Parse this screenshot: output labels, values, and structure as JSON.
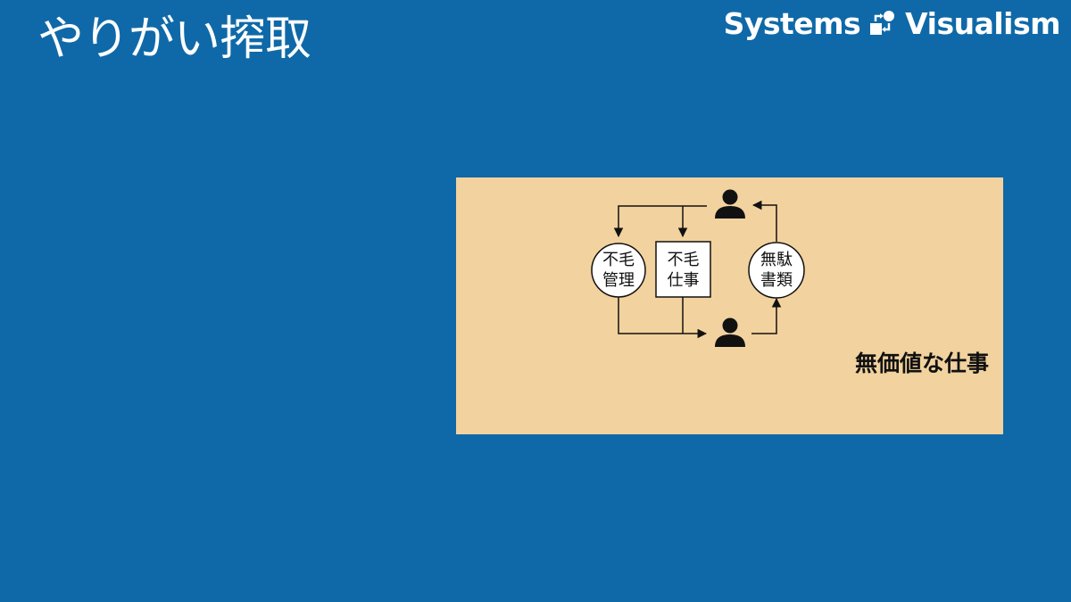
{
  "slide": {
    "title": "やりがい搾取",
    "background": "#0f69a8"
  },
  "brand": {
    "word1": "Systems",
    "word2": "Visualism",
    "logo_icon": "systems-visualism-logo"
  },
  "panel": {
    "background": "#f2d29e",
    "caption": "無価値な仕事"
  },
  "diagram": {
    "nodes": {
      "futile_management": {
        "line1": "不毛",
        "line2": "管理",
        "shape": "circle"
      },
      "futile_work": {
        "line1": "不毛",
        "line2": "仕事",
        "shape": "box"
      },
      "useless_documents": {
        "line1": "無駄",
        "line2": "書類",
        "shape": "circle"
      }
    },
    "icons": [
      "person-icon",
      "person-icon"
    ]
  }
}
